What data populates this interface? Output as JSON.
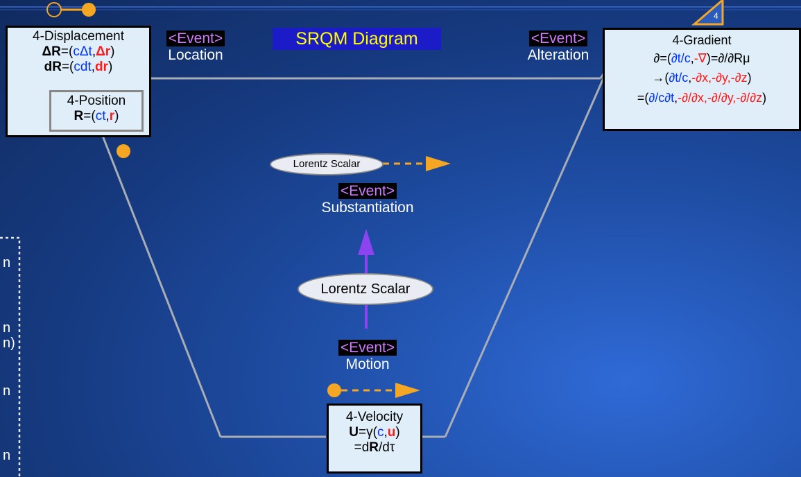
{
  "title": "SRQM Diagram",
  "event_tag": "<Event>",
  "events": {
    "location": "Location",
    "alteration": "Alteration",
    "substantiation": "Substantiation",
    "motion": "Motion"
  },
  "displacement": {
    "title": "4-Displacement",
    "line1": {
      "bold": "ΔR",
      "eq": "=(",
      "blue": "cΔt",
      "comma": ",",
      "red": "Δr",
      "close": ")"
    },
    "line2": {
      "bold": "dR",
      "eq": "=(",
      "blue": "cdt",
      "comma": ",",
      "red": "dr",
      "close": ")"
    },
    "position_title": "4-Position",
    "position_line": {
      "bold": "R",
      "eq": "=(",
      "blue": "ct",
      "comma": ",",
      "red": "r",
      "close": ")"
    }
  },
  "gradient": {
    "title": "4-Gradient",
    "line1": {
      "pre": "∂=(",
      "blue": "∂t/c",
      "comma": ",",
      "red": "-∇",
      "post": ")=∂/∂Rμ"
    },
    "line2": {
      "pre": "→(",
      "blue": "∂t/c",
      "comma": ",",
      "red": "-∂x,-∂y,-∂z",
      "post": ")"
    },
    "line3": {
      "pre": "=(",
      "blue": "∂/c∂t",
      "comma": ",",
      "red": "-∂/∂x,-∂/∂y,-∂/∂z",
      "post": ")"
    },
    "badge": "4"
  },
  "velocity": {
    "title": "4-Velocity",
    "line1": {
      "bold": "U",
      "eq": "=γ(",
      "blue": "c",
      "comma": ",",
      "red": "u",
      "close": ")"
    },
    "line2": {
      "pre": "=d",
      "bold": "R",
      "post": "/dτ"
    }
  },
  "scalars": {
    "small": "Lorentz Scalar",
    "large": "Lorentz Scalar"
  },
  "legend_fragments": [
    "n",
    "n",
    "n)",
    "n",
    "n"
  ],
  "colors": {
    "connector": "#a9adb5",
    "orange": "#f5a623",
    "purple": "#8b44f0",
    "box_fill": "#dfeef8",
    "title_bg": "#1b1bc8",
    "title_fg": "#ffff00"
  }
}
